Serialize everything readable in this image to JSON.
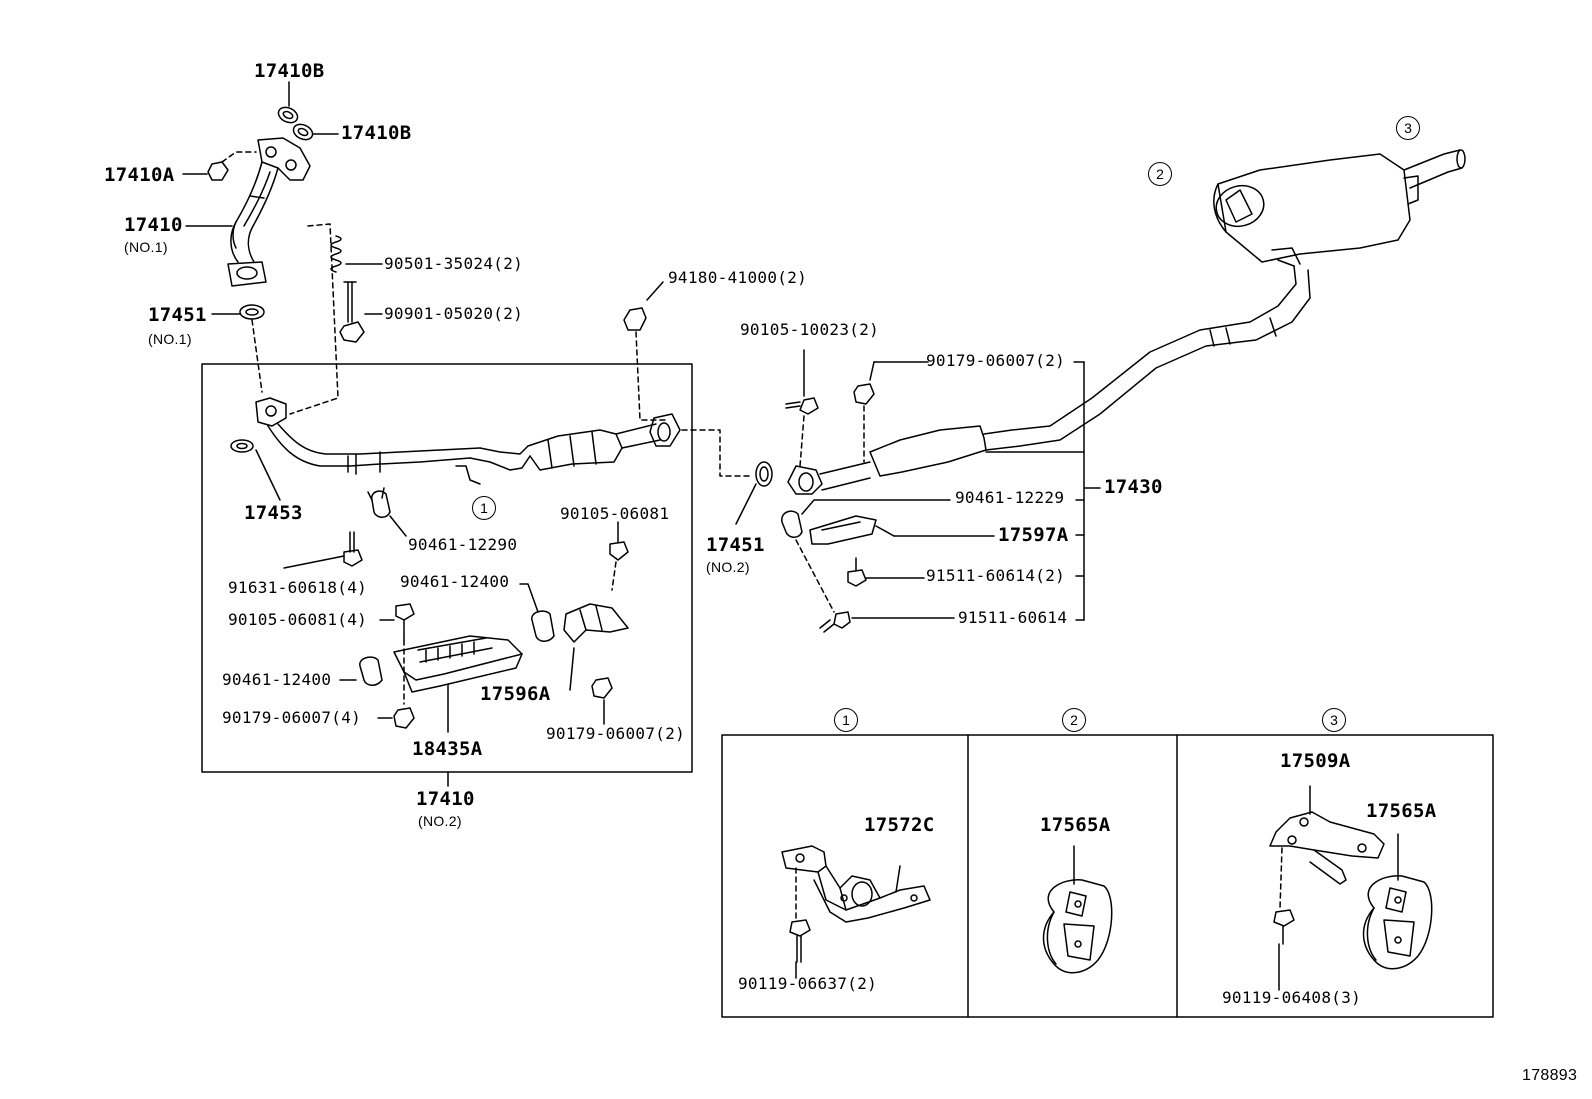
{
  "diagram": {
    "catalog_number": "178893",
    "circled_refs": [
      "1",
      "2",
      "3"
    ]
  },
  "labels": {
    "p17410B_top": "17410B",
    "p17410B_2": "17410B",
    "p17410A": "17410A",
    "p17410_no1": "17410",
    "no1_a": "(NO.1)",
    "p90501": "90501-35024(2)",
    "p90901": "90901-05020(2)",
    "p17451_no1": "17451",
    "no1_b": "(NO.1)",
    "p94180": "94180-41000(2)",
    "p90105_10023": "90105-10023(2)",
    "p90179_top": "90179-06007(2)",
    "p17453": "17453",
    "p90461_12290": "90461-12290",
    "p90105_06081": "90105-06081",
    "p17451_no2": "17451",
    "no2_a": "(NO.2)",
    "p90461_12229": "90461-12229",
    "p17430": "17430",
    "p17597A": "17597A",
    "p91631": "91631-60618(4)",
    "p90461_12400_a": "90461-12400",
    "p90105_06081_4": "90105-06081(4)",
    "p91511_2": "91511-60614(2)",
    "p91511": "91511-60614",
    "p90461_12400_b": "90461-12400",
    "p17596A": "17596A",
    "p90179_4": "90179-06007(4)",
    "p18435A": "18435A",
    "p90179_2": "90179-06007(2)",
    "p17410_no2": "17410",
    "no2_b": "(NO.2)",
    "p17572C": "17572C",
    "p90119_06637": "90119-06637(2)",
    "p17565A_2": "17565A",
    "p17509A": "17509A",
    "p17565A_3": "17565A",
    "p90119_06408": "90119-06408(3)"
  }
}
